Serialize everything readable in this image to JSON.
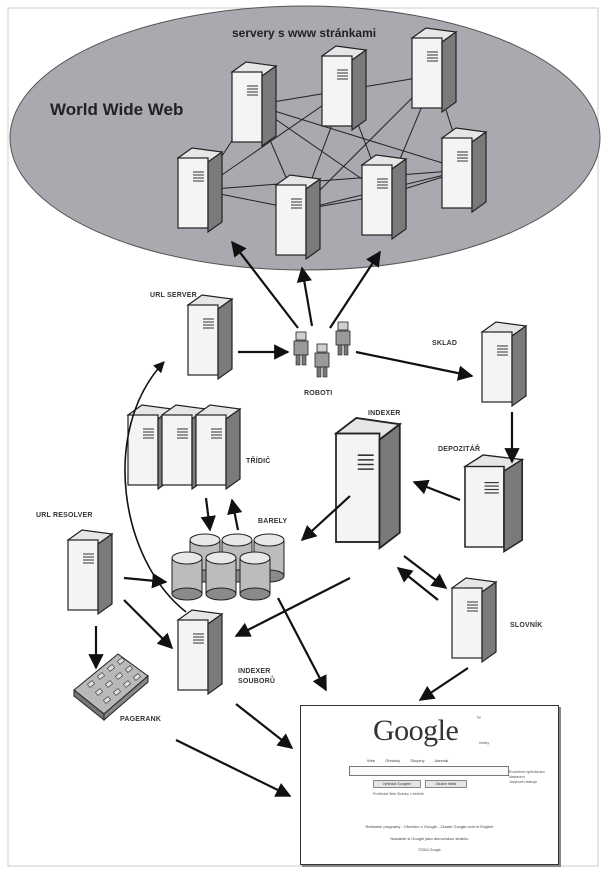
{
  "diagram": {
    "web_title": "World Wide Web",
    "web_servers_label": "servery s www stránkami",
    "nodes": {
      "url_server": "URL SERVER",
      "roboti": "ROBOTI",
      "sklad": "SKLAD",
      "indexer": "INDEXER",
      "depozitar": "DEPOZITÁŘ",
      "tridic": "TŘÍDIČ",
      "barely": "BARELY",
      "url_resolver": "URL RESOLVER",
      "slovnik": "SLOVNÍK",
      "indexer_souboru_1": "INDEXER",
      "indexer_souboru_2": "SOUBORŮ",
      "pagerank": "PAGERANK"
    }
  },
  "google_page": {
    "logo": "Google",
    "trademark": "™",
    "subtitle": "česky",
    "tabs": [
      "Web",
      "Obrázky",
      "Skupiny",
      "Adresář"
    ],
    "search_button": "Vyhledat Googlem",
    "lucky_button": "Zkusím štěstí",
    "side_links": [
      "Rozšířené vyhledávání",
      "Nastavení",
      "Jazykové nástroje"
    ],
    "options": "Prohledat Web  Stránky v češtině",
    "footer_links": "Reklamní programy - Všechno o Google - Zkuste Google.com in English",
    "footer_line2": "Nastavte si Google jako domovskou stránku",
    "copyright": "©2004 Google"
  },
  "colors": {
    "ellipse_fill": "#a9a9b0",
    "server_light": "#f4f4f4",
    "server_dark": "#7a7a7a",
    "line": "#111111"
  }
}
